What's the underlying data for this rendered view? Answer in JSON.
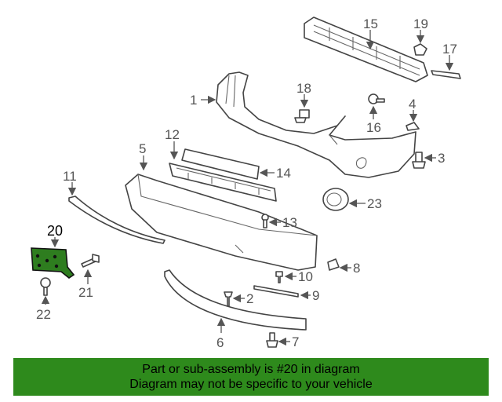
{
  "callouts": {
    "c1": "1",
    "c2": "2",
    "c3": "3",
    "c4": "4",
    "c5": "5",
    "c6": "6",
    "c7": "7",
    "c8": "8",
    "c9": "9",
    "c10": "10",
    "c11": "11",
    "c12": "12",
    "c13": "13",
    "c14": "14",
    "c15": "15",
    "c16": "16",
    "c17": "17",
    "c18": "18",
    "c19": "19",
    "c20": "20",
    "c21": "21",
    "c22": "22",
    "c23": "23"
  },
  "highlighted_part": "20",
  "colors": {
    "highlight": "#2e7d1f",
    "banner": "#2e8a1c"
  },
  "footer": {
    "line1": "Part or sub-assembly is #20 in diagram",
    "line2": "Diagram may not be specific to your vehicle"
  }
}
